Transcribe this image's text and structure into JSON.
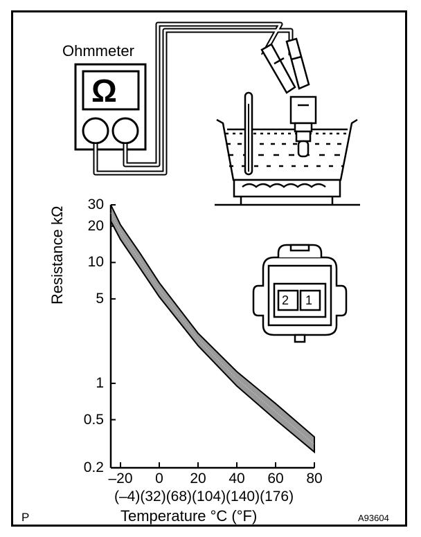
{
  "labels": {
    "meter": "Ohmmeter",
    "ohm_symbol": "Ω",
    "y_axis": "Resistance kΩ",
    "x_axis": "Temperature °C (°F)",
    "x_fahrenheit": "(–4)(32)(68)(104)(140)(176)",
    "corner": "P",
    "figure_code": "A93604",
    "connector_pin_1": "1",
    "connector_pin_2": "2"
  },
  "chart_data": {
    "type": "area",
    "xlabel": "Temperature °C (°F)",
    "ylabel": "Resistance kΩ",
    "y_scale": "log",
    "xlim": [
      -25,
      80
    ],
    "ylim": [
      0.2,
      30
    ],
    "x_ticks": [
      "–20",
      "0",
      "20",
      "40",
      "60",
      "80"
    ],
    "y_ticks": [
      "0.2",
      "0.5",
      "1",
      "5",
      "10",
      "20",
      "30"
    ],
    "series": [
      {
        "values": [
          [
            -25,
            30
          ],
          [
            -20,
            20.5
          ],
          [
            -10,
            12
          ],
          [
            0,
            6.8
          ],
          [
            20,
            2.6
          ],
          [
            40,
            1.25
          ],
          [
            60,
            0.68
          ],
          [
            80,
            0.36
          ]
        ]
      },
      {
        "values": [
          [
            -25,
            22
          ],
          [
            -20,
            15.5
          ],
          [
            -10,
            9
          ],
          [
            0,
            5.2
          ],
          [
            20,
            2.05
          ],
          [
            40,
            0.95
          ],
          [
            60,
            0.5
          ],
          [
            80,
            0.27
          ]
        ]
      }
    ]
  }
}
